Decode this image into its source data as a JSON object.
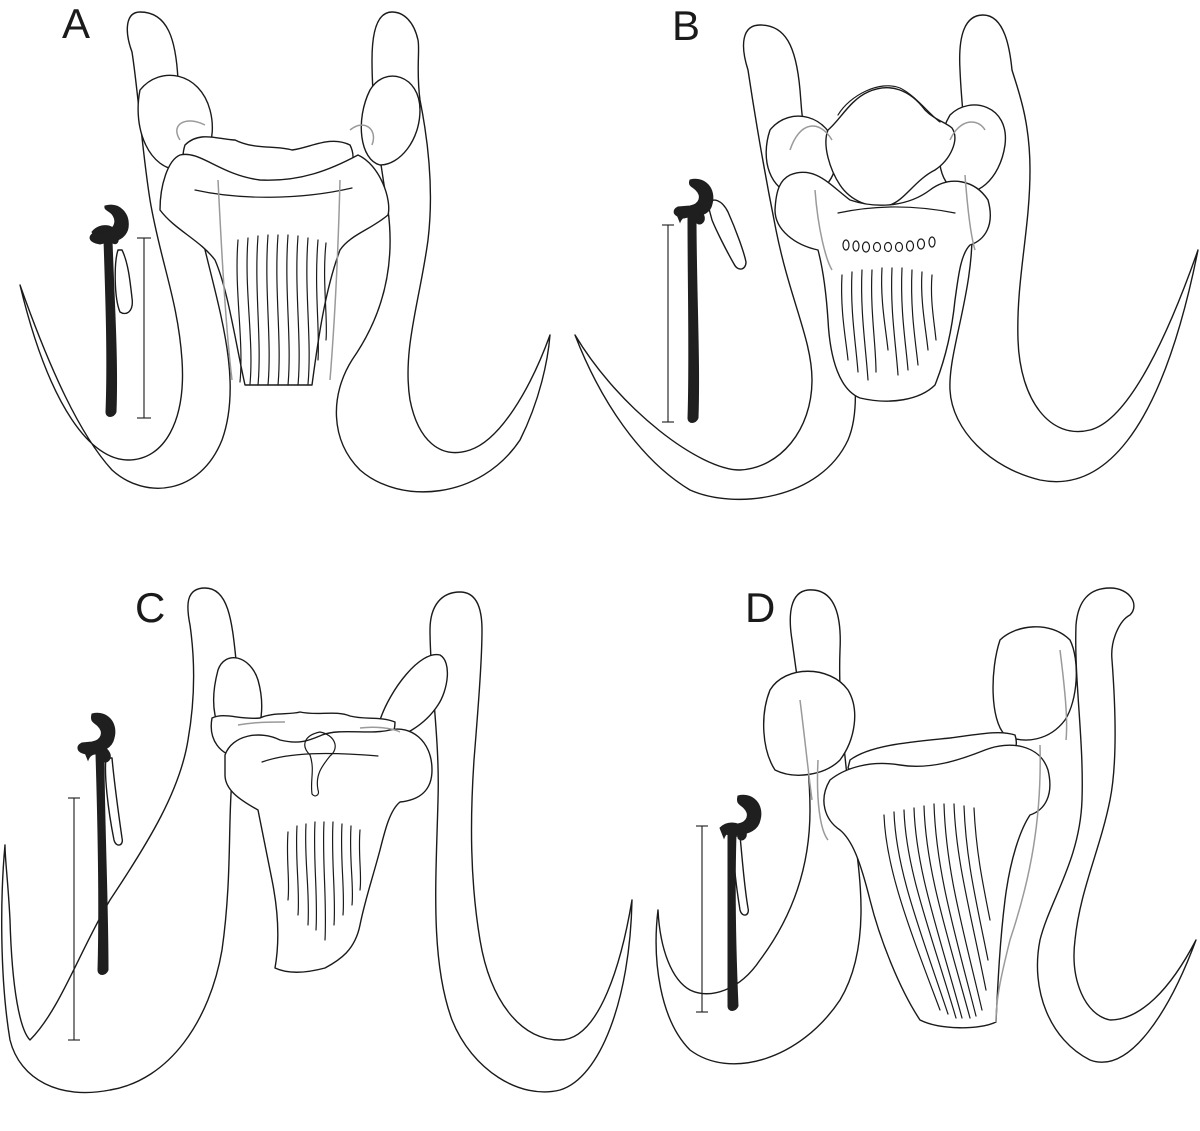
{
  "figure": {
    "panels": [
      {
        "id": "A",
        "label": "A"
      },
      {
        "id": "B",
        "label": "B"
      },
      {
        "id": "C",
        "label": "C"
      },
      {
        "id": "D",
        "label": "D"
      }
    ]
  },
  "colors": {
    "outline": "#1a1a1a",
    "hidden_outline": "#9a9a9a",
    "hook_fill": "#1f1f1f",
    "background": "#ffffff"
  }
}
